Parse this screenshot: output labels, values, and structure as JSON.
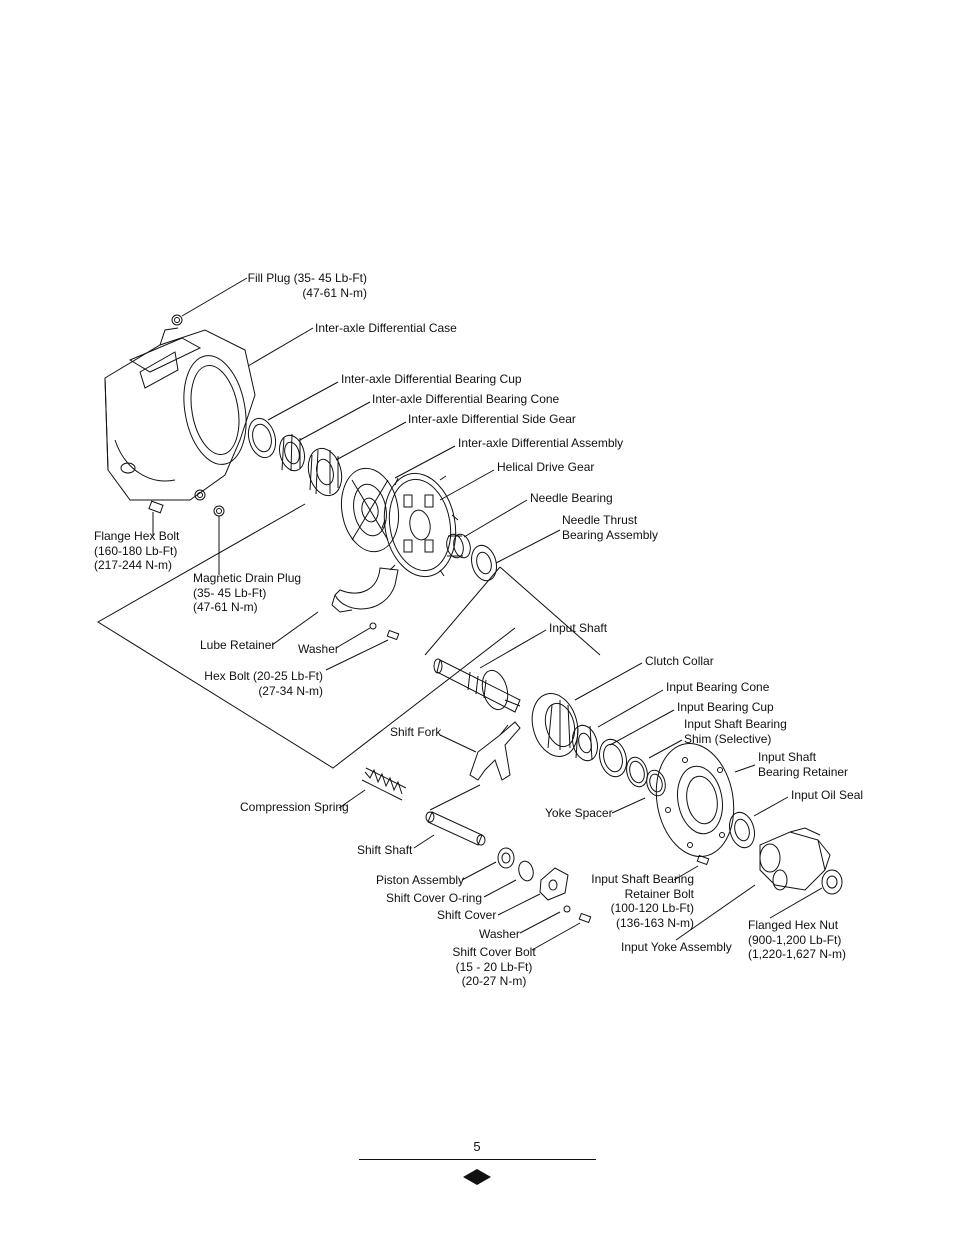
{
  "labels": {
    "fill_plug": "Fill Plug (35- 45 Lb-Ft)\n(47-61 N-m)",
    "case": "Inter-axle Differential Case",
    "bearing_cup": "Inter-axle Differential Bearing Cup",
    "bearing_cone": "Inter-axle Differential Bearing Cone",
    "side_gear": "Inter-axle Differential Side Gear",
    "diff_assembly": "Inter-axle Differential Assembly",
    "helical_gear": "Helical Drive Gear",
    "needle_bearing": "Needle Bearing",
    "needle_thrust": "Needle Thrust\nBearing Assembly",
    "flange_hex_bolt": "Flange Hex Bolt\n(160-180 Lb-Ft)\n(217-244 N-m)",
    "magnetic_drain": "Magnetic Drain Plug\n(35- 45 Lb-Ft)\n(47-61 N-m)",
    "lube_retainer": "Lube Retainer",
    "washer_1": "Washer",
    "hex_bolt": "Hex Bolt (20-25 Lb-Ft)\n(27-34 N-m)",
    "input_shaft": "Input Shaft",
    "clutch_collar": "Clutch Collar",
    "input_bearing_cone": "Input Bearing Cone",
    "input_bearing_cup": "Input Bearing Cup",
    "shim": "Input Shaft Bearing\nShim (Selective)",
    "shift_fork": "Shift Fork",
    "bearing_retainer": "Input Shaft\nBearing Retainer",
    "oil_seal": "Input Oil Seal",
    "compression_spring": "Compression Spring",
    "yoke_spacer": "Yoke Spacer",
    "shift_shaft": "Shift Shaft",
    "piston_assembly": "Piston Assembly",
    "shift_cover_oring": "Shift Cover O-ring",
    "shift_cover": "Shift Cover",
    "washer_2": "Washer",
    "shift_cover_bolt": "Shift Cover Bolt\n(15 - 20 Lb-Ft)\n(20-27 N-m)",
    "retainer_bolt": "Input Shaft Bearing\nRetainer Bolt\n(100-120 Lb-Ft)\n(136-163 N-m)",
    "input_yoke": "Input Yoke Assembly",
    "flanged_hex_nut": "Flanged Hex Nut\n(900-1,200 Lb-Ft)\n(1,220-1,627 N-m)"
  },
  "page_number": "5",
  "colors": {
    "line": "#111111",
    "background": "#ffffff"
  }
}
